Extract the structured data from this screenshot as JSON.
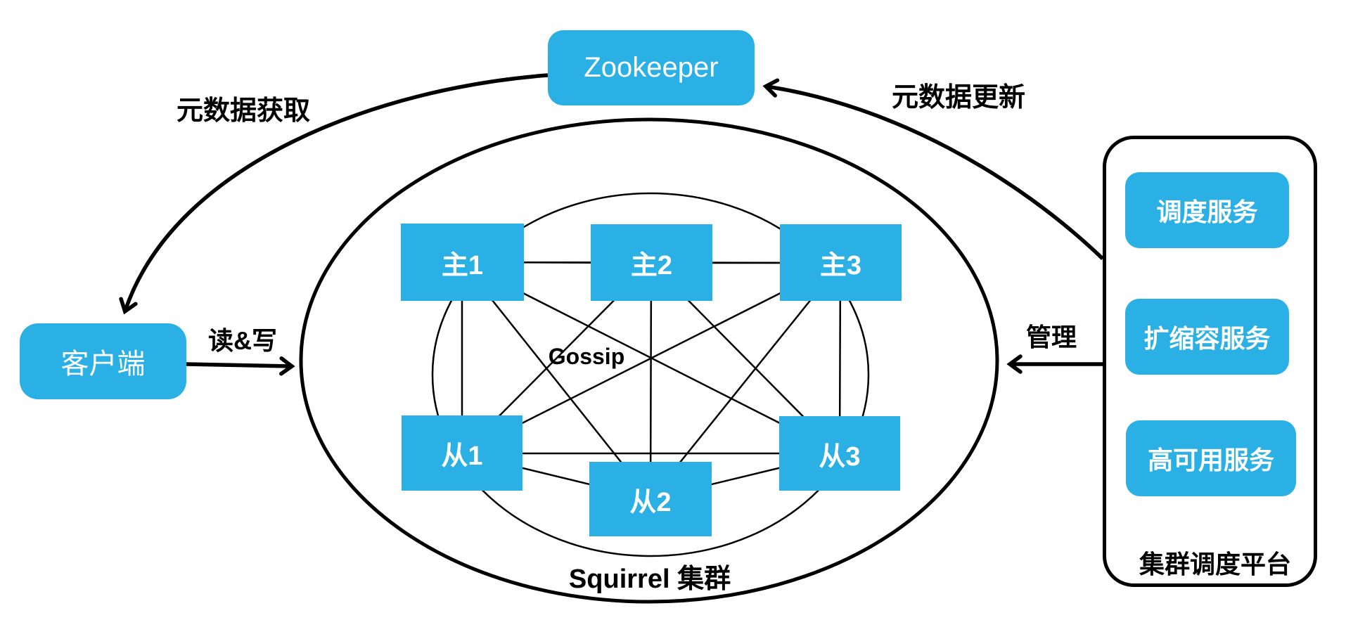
{
  "diagram": {
    "zookeeper": {
      "label": "Zookeeper"
    },
    "client": {
      "label": "客户端"
    },
    "cluster": {
      "label": "Squirrel 集群",
      "gossip_label": "Gossip",
      "nodes": [
        {
          "id": "master-1",
          "label": "主1"
        },
        {
          "id": "master-2",
          "label": "主2"
        },
        {
          "id": "master-3",
          "label": "主3"
        },
        {
          "id": "slave-1",
          "label": "从1"
        },
        {
          "id": "slave-2",
          "label": "从2"
        },
        {
          "id": "slave-3",
          "label": "从3"
        }
      ]
    },
    "platform": {
      "label": "集群调度平台",
      "services": [
        {
          "label": "调度服务"
        },
        {
          "label": "扩缩容服务"
        },
        {
          "label": "高可用服务"
        }
      ]
    },
    "edges": {
      "metadata_fetch": "元数据获取",
      "read_write": "读&写",
      "metadata_update": "元数据更新",
      "manage": "管理"
    },
    "colors": {
      "node_fill": "#2BB0E5",
      "line_stroke": "#000000",
      "label_on_fill": "#FFFFFF"
    }
  }
}
